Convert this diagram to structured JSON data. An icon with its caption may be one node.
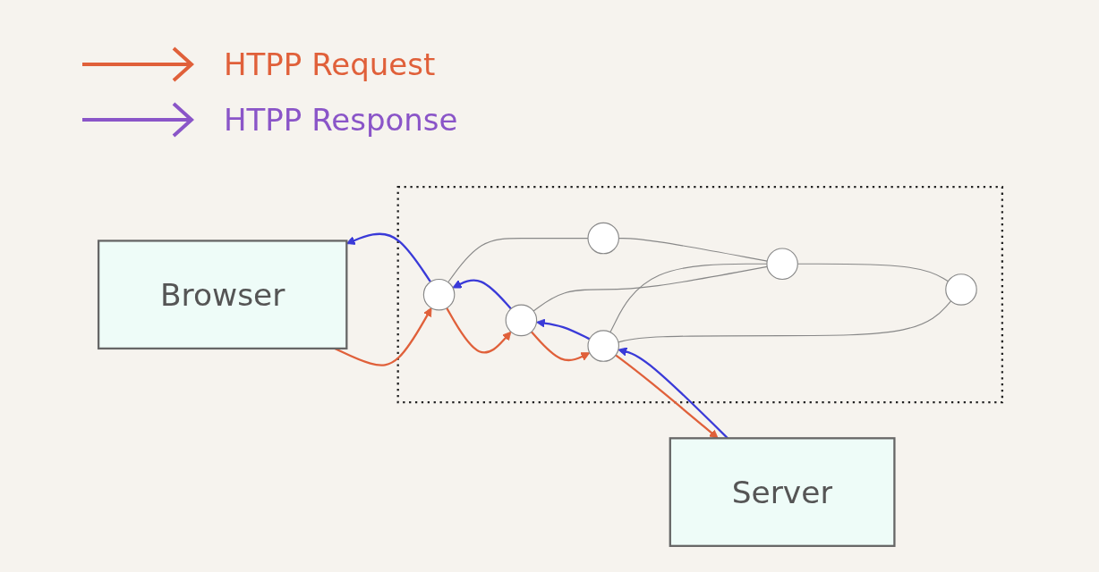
{
  "diagram": {
    "nodes": [
      {
        "text": [
          "Browser"
        ]
      },
      {
        "text": [],
        "shape": "box"
      },
      {
        "text": [],
        "shape": "circle",
        "in": 1
      },
      {
        "text": [],
        "shape": "circle",
        "in": 1
      },
      {
        "text": [],
        "shape": "circle",
        "in": 1
      },
      {
        "text": [],
        "shape": "circle",
        "in": 1
      },
      {
        "text": [],
        "shape": "circle",
        "in": 1
      },
      {
        "text": [],
        "shape": "circle",
        "in": 1
      },
      {
        "text": [
          "Server"
        ]
      }
    ],
    "edges": [
      {
        "from": 0,
        "to": 2,
        "arrow": "to",
        "color": "#e0603a"
      },
      {
        "from": 2,
        "to": 4,
        "arrow": "to",
        "color": "#e0603a"
      },
      {
        "from": 4,
        "to": 3,
        "arrow": "to",
        "color": "#e0603a"
      },
      {
        "from": 3,
        "to": 8,
        "arrow": "to",
        "color": "#e0603a"
      },
      {
        "from": 8,
        "to": 3,
        "arrow": "to",
        "color": "#3a3ad8"
      },
      {
        "from": 3,
        "to": 4,
        "arrow": "to",
        "color": "#3a3ad8"
      },
      {
        "from": 4,
        "to": 2,
        "arrow": "to",
        "color": "#3a3ad8"
      },
      {
        "from": 2,
        "to": 0,
        "arrow": "to",
        "color": "#3a3ad8"
      },
      {
        "from": 2,
        "to": 5,
        "arrow": "none"
      },
      {
        "from": 4,
        "to": 6,
        "arrow": "none"
      },
      {
        "from": 3,
        "to": 6,
        "arrow": "none"
      },
      {
        "from": 3,
        "to": 7,
        "arrow": "none"
      },
      {
        "from": 5,
        "to": 6,
        "arrow": "none"
      },
      {
        "from": 6,
        "to": 7,
        "arrow": "none"
      }
    ],
    "legend": [
      {
        "text": "HTPP Request"
      },
      {
        "text": "HTPP Response"
      }
    ]
  }
}
